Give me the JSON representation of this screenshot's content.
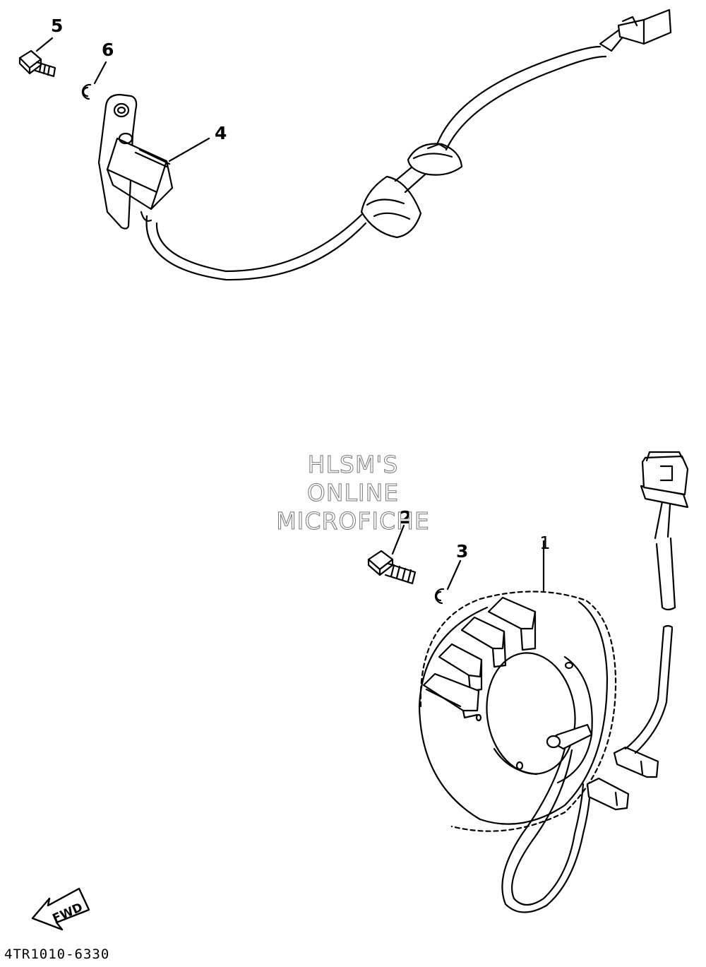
{
  "callouts": {
    "c1": "1",
    "c2": "2",
    "c3": "3",
    "c4": "4",
    "c5": "5",
    "c6": "6"
  },
  "watermark": {
    "line1": "HLSM'S",
    "line2": "ONLINE",
    "line3": "MICROFICHE"
  },
  "fwd_label": "FWD",
  "doc_number": "4TR1010-6330"
}
